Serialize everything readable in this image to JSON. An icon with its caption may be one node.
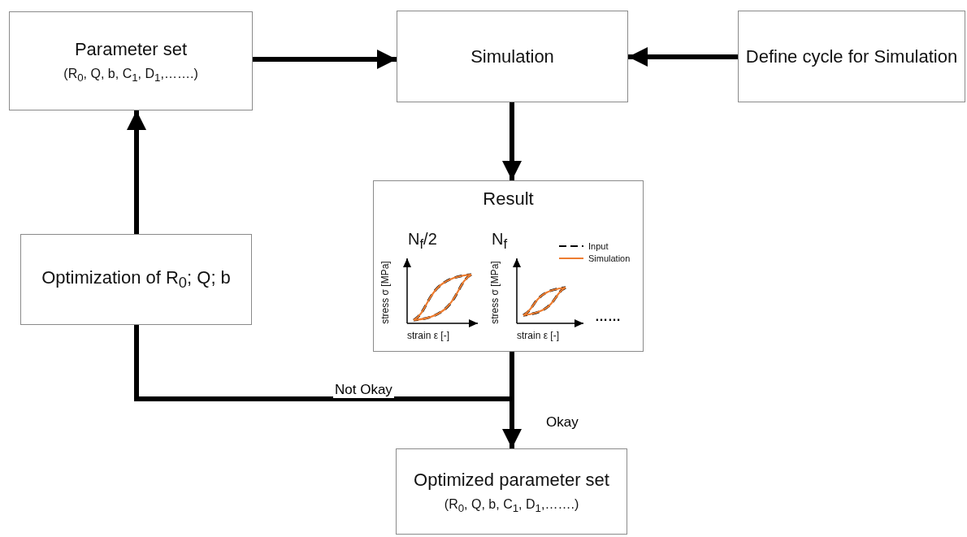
{
  "diagram": {
    "nodes": [
      {
        "text": [
          "Parameter set",
          "(R$_{0}$, Q, b, C$_{1}$, D$_{1}$,…….)"
        ]
      },
      {
        "text": [
          "Simulation"
        ]
      },
      {
        "text": [
          "Define cycle for Simulation"
        ]
      },
      {
        "text": [
          "Result"
        ]
      },
      {
        "text": [
          "Optimization of R$_{0}$; Q;  b"
        ]
      },
      {
        "text": [
          "Optimized parameter set",
          "(R$_{0}$, Q, b, C$_{1}$, D$_{1}$,…….)"
        ]
      }
    ],
    "edges": [
      {
        "from": 0,
        "to": 1,
        "arrow": "to"
      },
      {
        "from": 2,
        "to": 1,
        "arrow": "to"
      },
      {
        "from": 1,
        "to": 3,
        "arrow": "to"
      },
      {
        "from": 3,
        "to": 4,
        "arrow": "to",
        "label": "Not Okay"
      },
      {
        "from": 3,
        "to": 5,
        "arrow": "to",
        "label": "Okay"
      },
      {
        "from": 4,
        "to": 0,
        "arrow": "to"
      }
    ],
    "labels": [
      "N$_{f}$/2",
      "N$_{f}$",
      "stress σ  [MPa]",
      "strain ε  [-]",
      "stress σ  [MPa]",
      "strain ε  [-]",
      "……"
    ],
    "legend": [
      {
        "text": "Input"
      },
      {
        "text": "Simulation"
      }
    ]
  }
}
